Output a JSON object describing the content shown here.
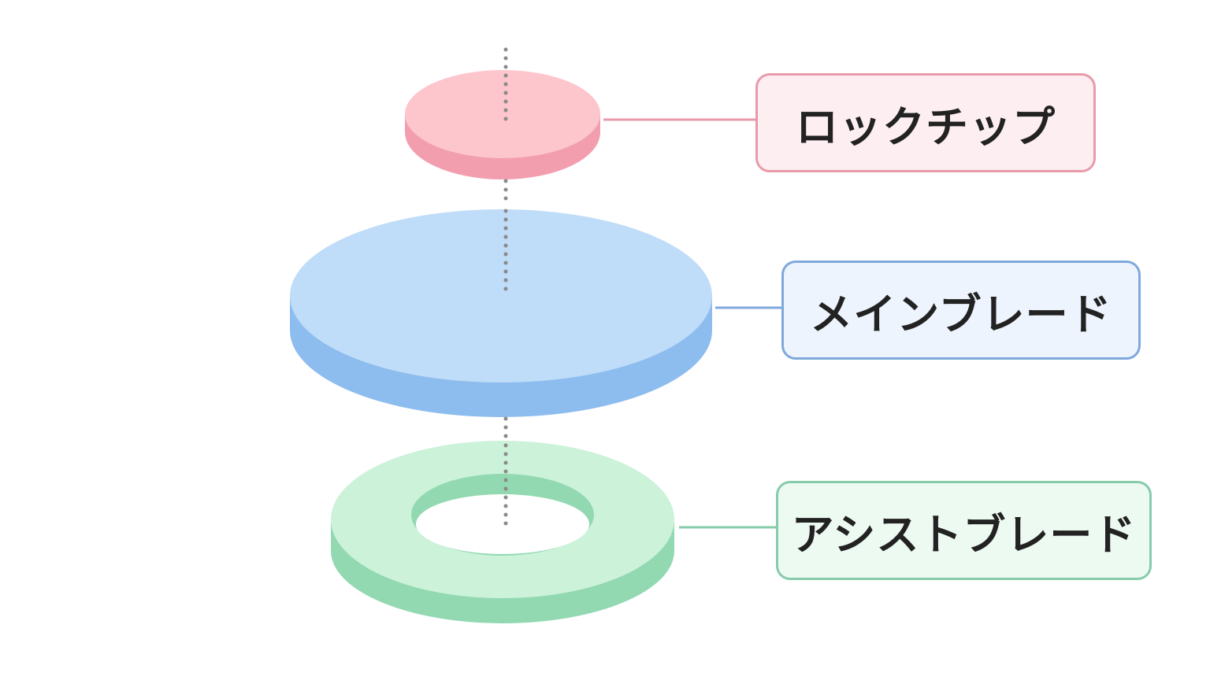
{
  "labels": {
    "lock_tip": "ロックチップ",
    "main_blade": "メインブレード",
    "assist_blade": "アシストブレード"
  },
  "colors": {
    "lock_tip_top": "#fdc5cc",
    "lock_tip_side": "#f29eaf",
    "lock_tip_border": "#e89aaa",
    "main_blade_top": "#bfdcf8",
    "main_blade_side": "#8dbcee",
    "main_blade_border": "#7fa9dc",
    "assist_blade_top": "#ccf2da",
    "assist_blade_side": "#92d9b2",
    "assist_blade_border": "#86ccaa",
    "axis_dots": "#8a8a8a"
  }
}
